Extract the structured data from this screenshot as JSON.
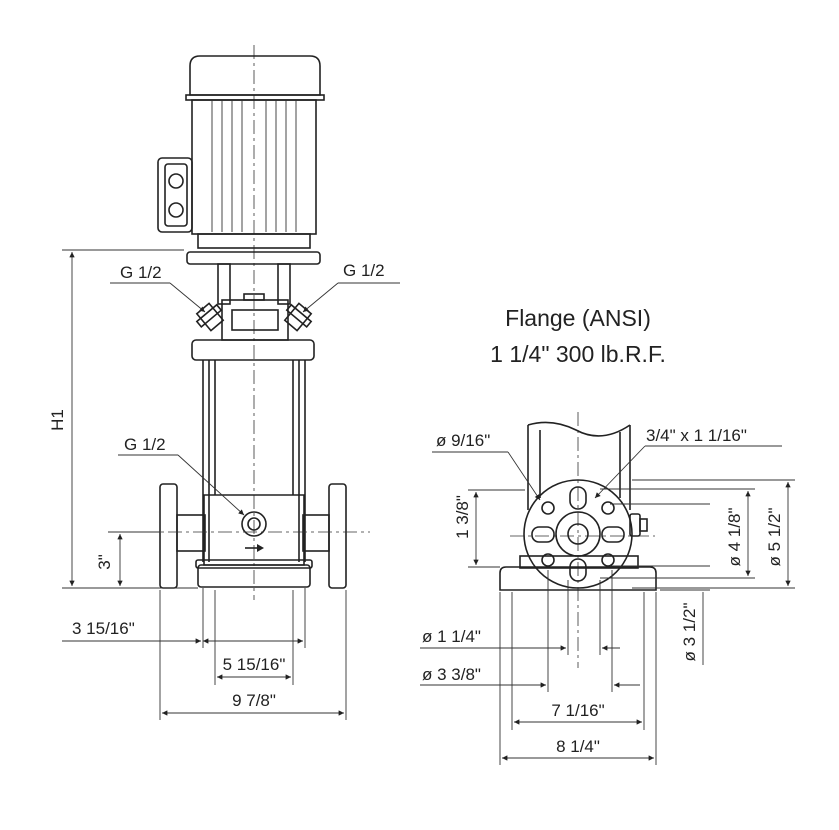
{
  "flange": {
    "title_line1": "Flange (ANSI)",
    "title_line2": "1 1/4\" 300 lb.R.F."
  },
  "labels": {
    "g_left": "G 1/2",
    "g_right": "G 1/2",
    "g_drain": "G 1/2",
    "h1": "H1",
    "inlet_height": "3\"",
    "dim_3_15_16": "3 15/16\"",
    "dim_5_15_16": "5 15/16\"",
    "dim_9_7_8": "9 7/8\"",
    "bolt_hole": "ø 9/16\"",
    "bolt_spec": "3/4\" x 1 1/16\"",
    "height_1_3_8": "1 3/8\"",
    "dia_4_1_8": "ø 4 1/8\"",
    "dia_5_1_2": "ø 5 1/2\"",
    "dia_1_1_4": "ø 1 1/4\"",
    "dia_3_3_8": "ø 3 3/8\"",
    "dia_3_1_2": "ø 3 1/2\"",
    "dim_7_1_16": "7 1/16\"",
    "dim_8_1_4": "8 1/4\""
  }
}
